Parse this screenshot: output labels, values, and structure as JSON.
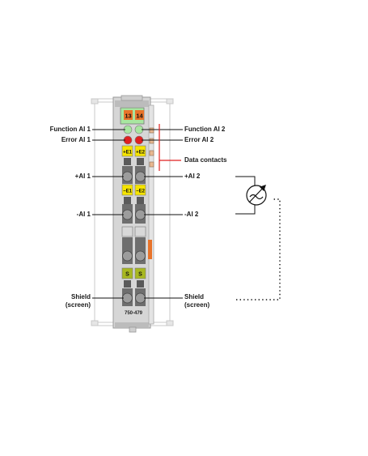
{
  "module": {
    "number_left": "13",
    "number_right": "14",
    "part_number": "750-479",
    "slot_e1_plus": "+E1",
    "slot_e2_plus": "+E2",
    "slot_e1_minus": "−E1",
    "slot_e2_minus": "−E2",
    "slot_s_left": "S",
    "slot_s_right": "S"
  },
  "labels": {
    "function_ai1": "Function AI 1",
    "function_ai2": "Function AI 2",
    "error_ai1": "Error AI 1",
    "error_ai2": "Error AI 2",
    "data_contacts": "Data contacts",
    "plus_ai1": "+AI 1",
    "plus_ai2": "+AI 2",
    "minus_ai1": "-AI 1",
    "minus_ai2": "-AI 2",
    "shield_left": "Shield\n(screen)",
    "shield_right": "Shield\n(screen)"
  },
  "colors": {
    "orange": "#e8732a",
    "led_green": "#a8e6a0",
    "led_red": "#e02020",
    "yellow": "#f5e400",
    "olive_green": "#a8b820",
    "body_gray": "#d0d0d0",
    "red_line": "#e02020"
  },
  "icons": {
    "sensor": "adjustable-transducer-icon"
  }
}
